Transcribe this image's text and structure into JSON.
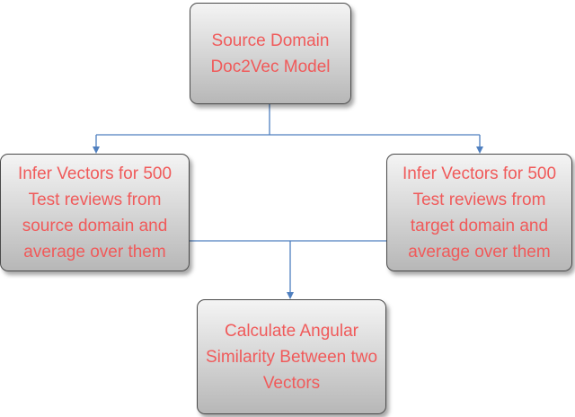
{
  "nodes": {
    "source_model": "Source Domain\nDoc2Vec Model",
    "source_vectors": "Infer Vectors for 500\nTest reviews from\nsource domain and\naverage over them",
    "target_vectors": "Infer Vectors for 500\nTest reviews from\ntarget domain and\naverage over them",
    "angular_similarity": "Calculate Angular\nSimilarity Between two\nVectors"
  },
  "colors": {
    "node_text": "#f05a5a",
    "connector": "#4f7fbf",
    "node_border": "#4a4a4a"
  }
}
